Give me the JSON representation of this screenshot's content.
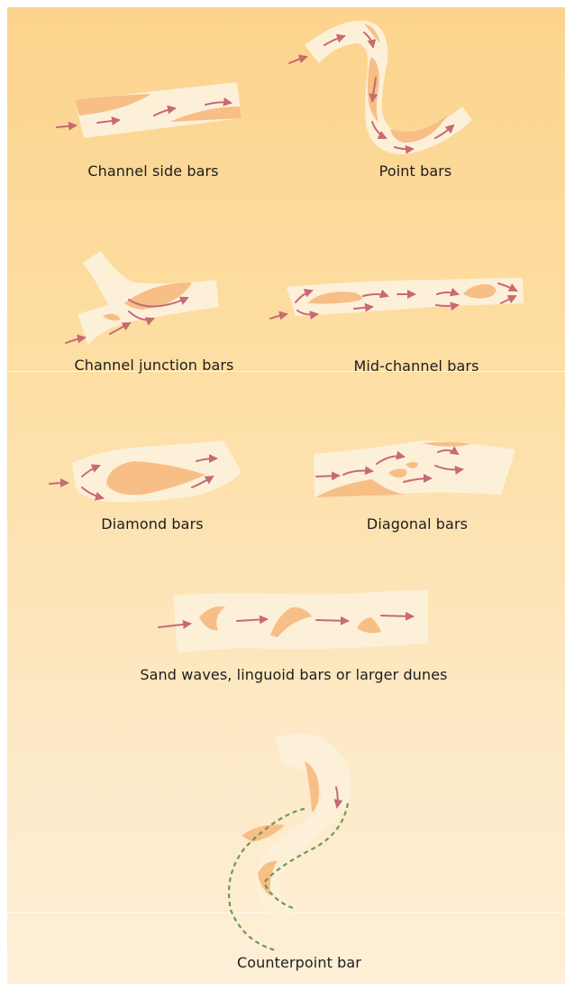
{
  "colors": {
    "background_top": "#fcd48d",
    "background_bottom": "#feefd8",
    "channel": "#fdf0d9",
    "bar": "#f7be86",
    "flow_arrow": "#c86a72",
    "dashed_line": "#6d9a52"
  },
  "icons": {
    "flow": "flow-arrow-icon"
  },
  "labels": {
    "channel_side_bars": "Channel side bars",
    "point_bars": "Point bars",
    "channel_junction_bars": "Channel junction bars",
    "mid_channel_bars": "Mid-channel bars",
    "diamond_bars": "Diamond bars",
    "diagonal_bars": "Diagonal bars",
    "sand_waves": "Sand waves, linguoid bars or larger dunes",
    "counterpoint_bar": "Counterpoint bar"
  }
}
